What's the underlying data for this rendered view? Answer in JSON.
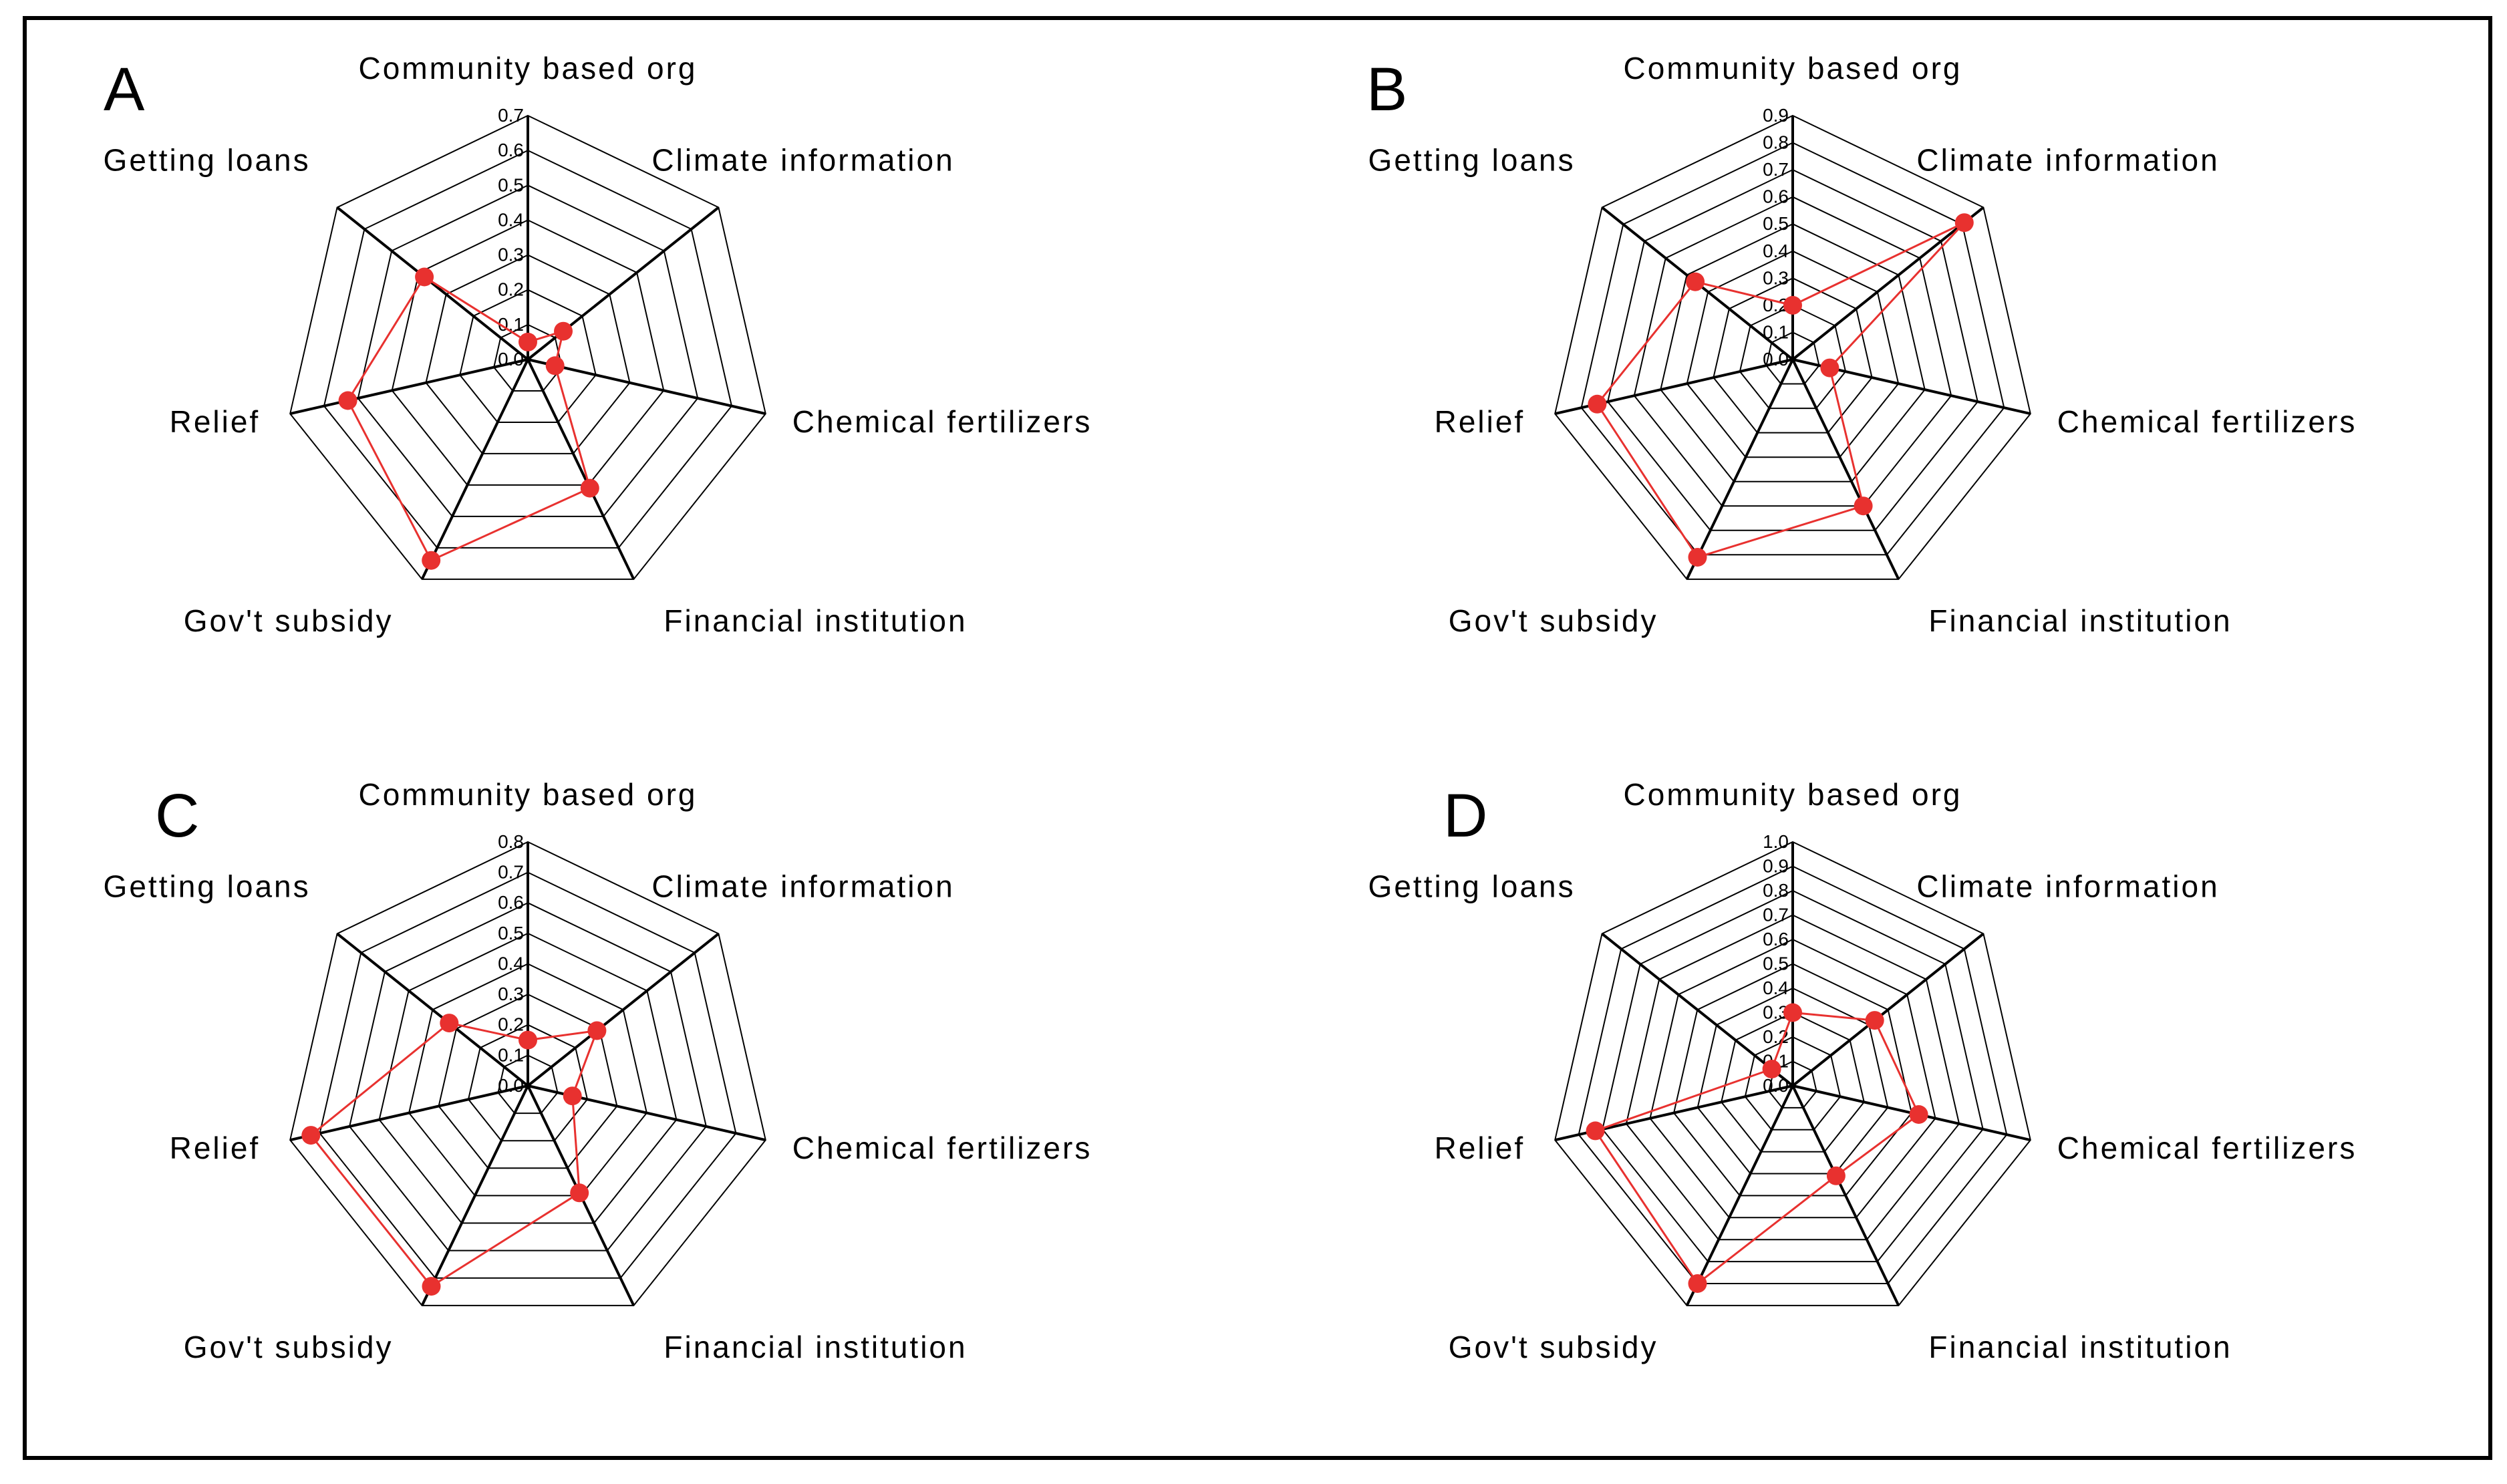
{
  "figure": {
    "frame_color": "#000000",
    "grid_color": "#000000",
    "series_color": "#e8312f",
    "background": "#ffffff"
  },
  "chart_data": [
    {
      "type": "radar",
      "panel": "A",
      "categories": [
        "Community based org",
        "Climate information",
        "Chemical fertilizers",
        "Financial institution",
        "Gov't subsidy",
        "Relief",
        "Getting loans"
      ],
      "ticks": [
        "0.0",
        "0.1",
        "0.2",
        "0.3",
        "0.4",
        "0.5",
        "0.6",
        "0.7"
      ],
      "rmax": 0.7,
      "grid": true,
      "series": [
        {
          "values": [
            0.05,
            0.13,
            0.08,
            0.41,
            0.64,
            0.53,
            0.38
          ]
        }
      ]
    },
    {
      "type": "radar",
      "panel": "B",
      "categories": [
        "Community based org",
        "Climate information",
        "Chemical fertilizers",
        "Financial institution",
        "Gov't subsidy",
        "Relief",
        "Getting loans"
      ],
      "ticks": [
        "0.0",
        "0.1",
        "0.2",
        "0.3",
        "0.4",
        "0.5",
        "0.6",
        "0.7",
        "0.8",
        "0.9"
      ],
      "rmax": 0.9,
      "grid": true,
      "series": [
        {
          "values": [
            0.2,
            0.81,
            0.14,
            0.6,
            0.81,
            0.74,
            0.46
          ]
        }
      ]
    },
    {
      "type": "radar",
      "panel": "C",
      "categories": [
        "Community based org",
        "Climate information",
        "Chemical fertilizers",
        "Financial institution",
        "Gov't subsidy",
        "Relief",
        "Getting loans"
      ],
      "ticks": [
        "0.0",
        "0.1",
        "0.2",
        "0.3",
        "0.4",
        "0.5",
        "0.6",
        "0.7",
        "0.8"
      ],
      "rmax": 0.8,
      "grid": true,
      "series": [
        {
          "values": [
            0.15,
            0.29,
            0.15,
            0.39,
            0.73,
            0.73,
            0.33
          ]
        }
      ]
    },
    {
      "type": "radar",
      "panel": "D",
      "categories": [
        "Community based org",
        "Climate information",
        "Chemical fertilizers",
        "Financial institution",
        "Gov't subsidy",
        "Relief",
        "Getting loans"
      ],
      "ticks": [
        "0.0",
        "0.1",
        "0.2",
        "0.3",
        "0.4",
        "0.5",
        "0.6",
        "0.7",
        "0.8",
        "0.9",
        "1.0"
      ],
      "rmax": 1.0,
      "grid": true,
      "series": [
        {
          "values": [
            0.3,
            0.43,
            0.53,
            0.41,
            0.9,
            0.83,
            0.11
          ]
        }
      ]
    }
  ]
}
